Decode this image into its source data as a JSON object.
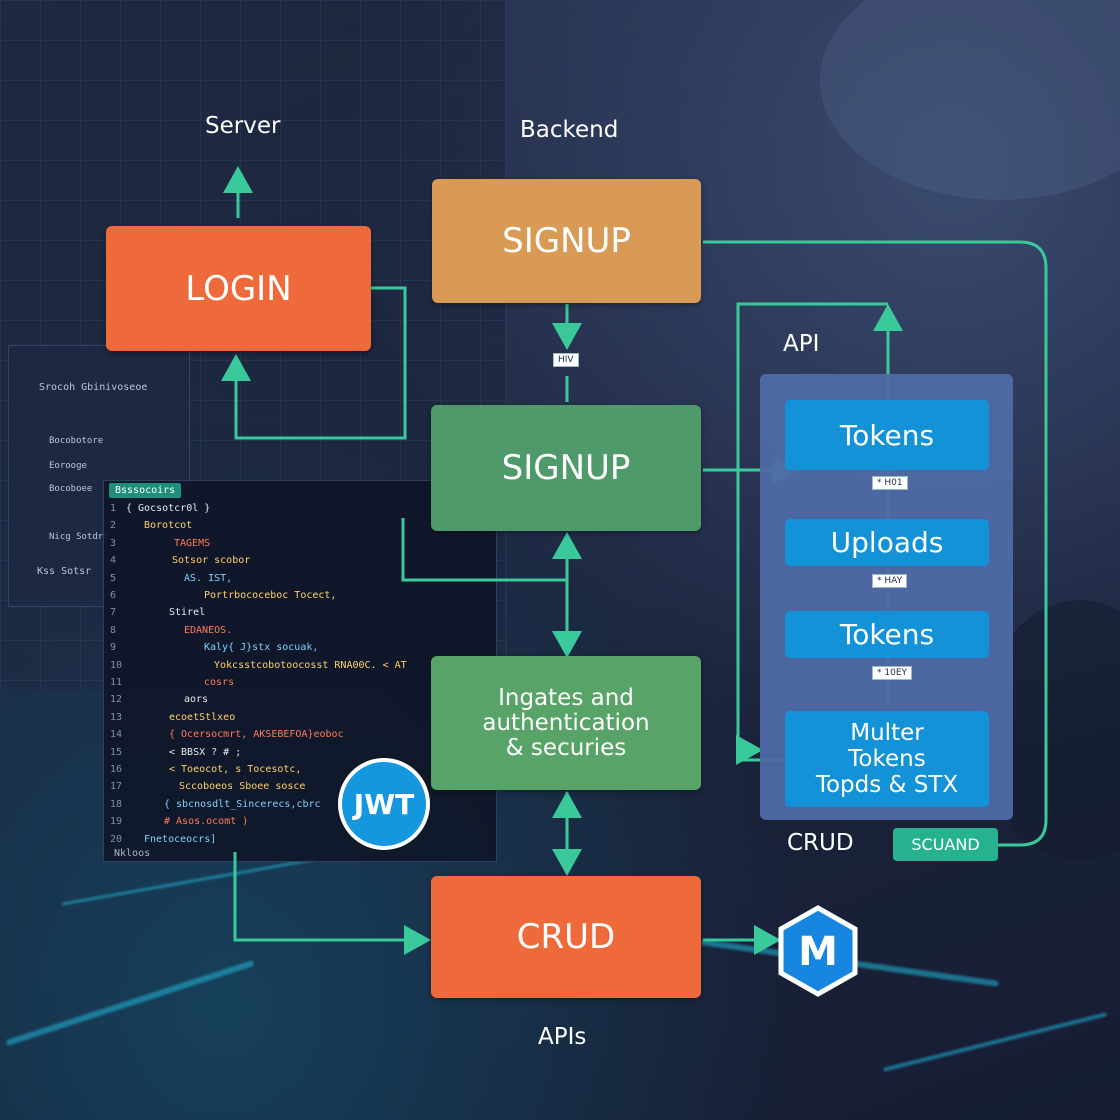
{
  "labels": {
    "server": "Server",
    "backend": "Backend",
    "api": "API",
    "crud": "CRUD",
    "apis": "APIs"
  },
  "boxes": {
    "login": "LOGIN",
    "signup_top": "SIGNUP",
    "signup_mid": "SIGNUP",
    "auth": "Ingates and\nauthentication\n& securies",
    "crud": "CRUD"
  },
  "api_panel": {
    "items": [
      "Tokens",
      "Uploads",
      "Tokens",
      "Multer\nTokens\nTopds & STX"
    ],
    "tags": [
      "* H01",
      "* HAY",
      "* 10EY"
    ]
  },
  "arrow_tag": "HIV",
  "jwt_badge": "JWT",
  "scuand_button": "SCUAND",
  "logo_letter": "M",
  "code_panel": {
    "header": "Bsssocoirs",
    "footer": "Nkloos",
    "lines": [
      "{ Gocsotcr0l }",
      "Borotcot",
      "TAGEMS",
      "Sotsor  scobor",
      "AS. IST,",
      "Portrbococeboc  Tocect,",
      "Stirel",
      "EDANEOS.",
      "Kaly{ J}stx socuak,",
      "Yokcsstcobotoocosst RNA00C. < AT",
      "cosrs",
      "aors",
      "ecoetStlxeo",
      "{ Ocersocmrt, AKSEBEFOA}eoboc",
      "< BBSX  ? # ;",
      "< Toeocot, s  Tocesotc,",
      "  Sccoboeos Sboee sosce",
      "{ sbcnosdlt_Sincerecs,cbrc",
      "  # Asos.ocomt )",
      "Fnetoceocrs]"
    ],
    "colors": [
      "#e8e8e8",
      "#ffd166",
      "#ff7a59",
      "#ffd166",
      "#7fd3ff",
      "#ffd166",
      "#e8e8e8",
      "#ff7a59",
      "#7fd3ff",
      "#ffd166",
      "#ff7a59",
      "#e8e8e8",
      "#ffd166",
      "#ff7a59",
      "#e8e8e8",
      "#ffd166",
      "#ffd166",
      "#7fd3ff",
      "#ff7a59",
      "#7fd3ff"
    ]
  },
  "side_panel": {
    "lines": [
      "Srocoh Gbinivoseoe",
      "Bocobotore",
      "Eorooge",
      "Bocoboee",
      "Nicg Sotdrt",
      "Kss Sotsr"
    ]
  },
  "colors": {
    "login": "#ef6a3a",
    "signup_top": "#d99a55",
    "signup_mid": "#4f9a6a",
    "auth": "#57a368",
    "crud": "#ef6a3a",
    "api_panel": "#4f6aa6",
    "api_item": "#1492d8",
    "connector": "#3ac99a",
    "scuand": "#27b28f",
    "logo": "#1686e0"
  }
}
